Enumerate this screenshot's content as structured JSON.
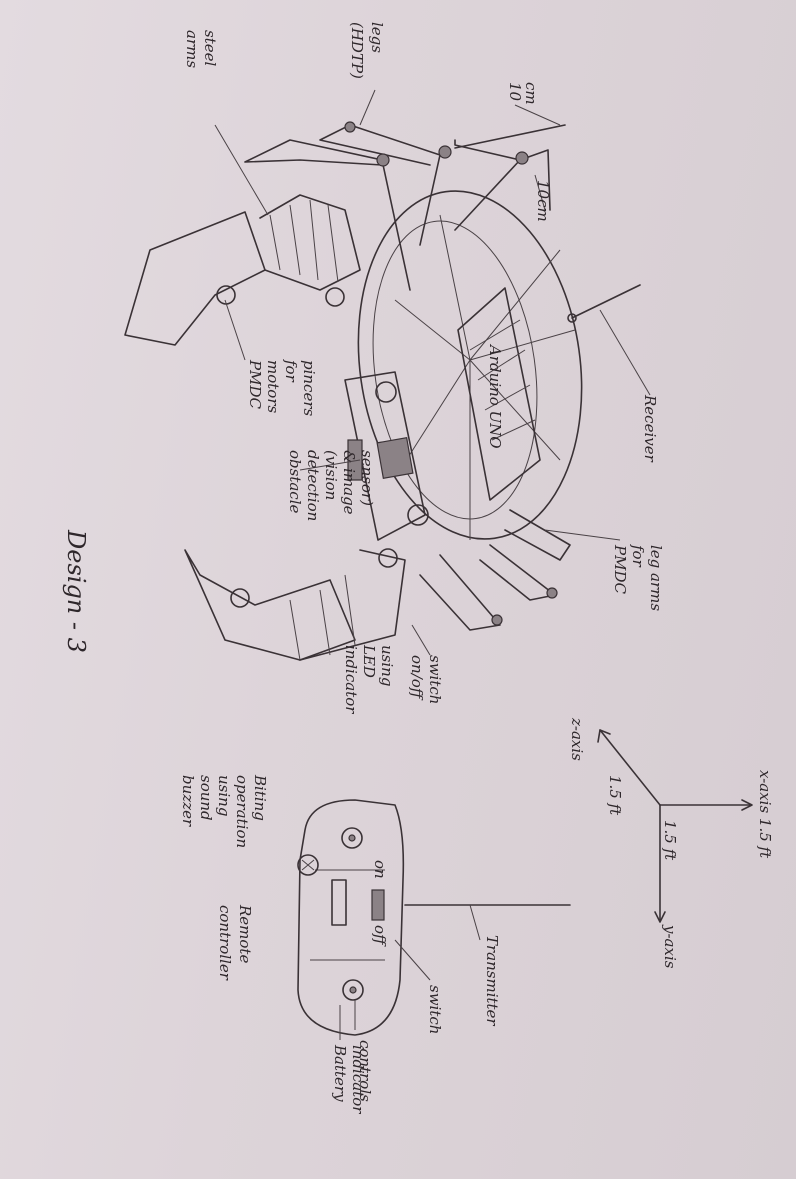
{
  "title": "Design - 3",
  "labels": {
    "steel_arms": [
      "steel",
      "arms"
    ],
    "legs": [
      "legs",
      "(HDTP)"
    ],
    "ten_cm_top": [
      "10",
      "cm"
    ],
    "ten_cm_side": "10cm",
    "pmdc_pincers": [
      "PMDC",
      "motors",
      "for",
      "pincers"
    ],
    "obstacle": [
      "obstacle",
      "detection",
      "(vision",
      "& image",
      "sensor)"
    ],
    "receiver": "Receiver",
    "pmdc_legs": [
      "PMDC",
      "for",
      "leg arms"
    ],
    "switch_led": [
      "switch",
      "on/off",
      "using",
      "LED",
      "indicator"
    ],
    "arduino": "Arduino UNO",
    "axis_x": "x-axis 1.5 ft",
    "axis_y": "y-axis",
    "axis_z": "z-axis",
    "dim_1": "1.5 ft",
    "dim_2": "1.5 ft",
    "biting": [
      "Biting",
      "operation",
      "using",
      "sound",
      "buzzer"
    ],
    "remote": [
      "Remote",
      "controller"
    ],
    "transmitter": "Transmitter",
    "switch": "switch",
    "controls": "controls",
    "battery": [
      "Battery",
      "indicator"
    ],
    "on": "on",
    "off": "off"
  },
  "colors": {
    "paper": "#e0d8dc",
    "pencil": "#3a3236"
  }
}
